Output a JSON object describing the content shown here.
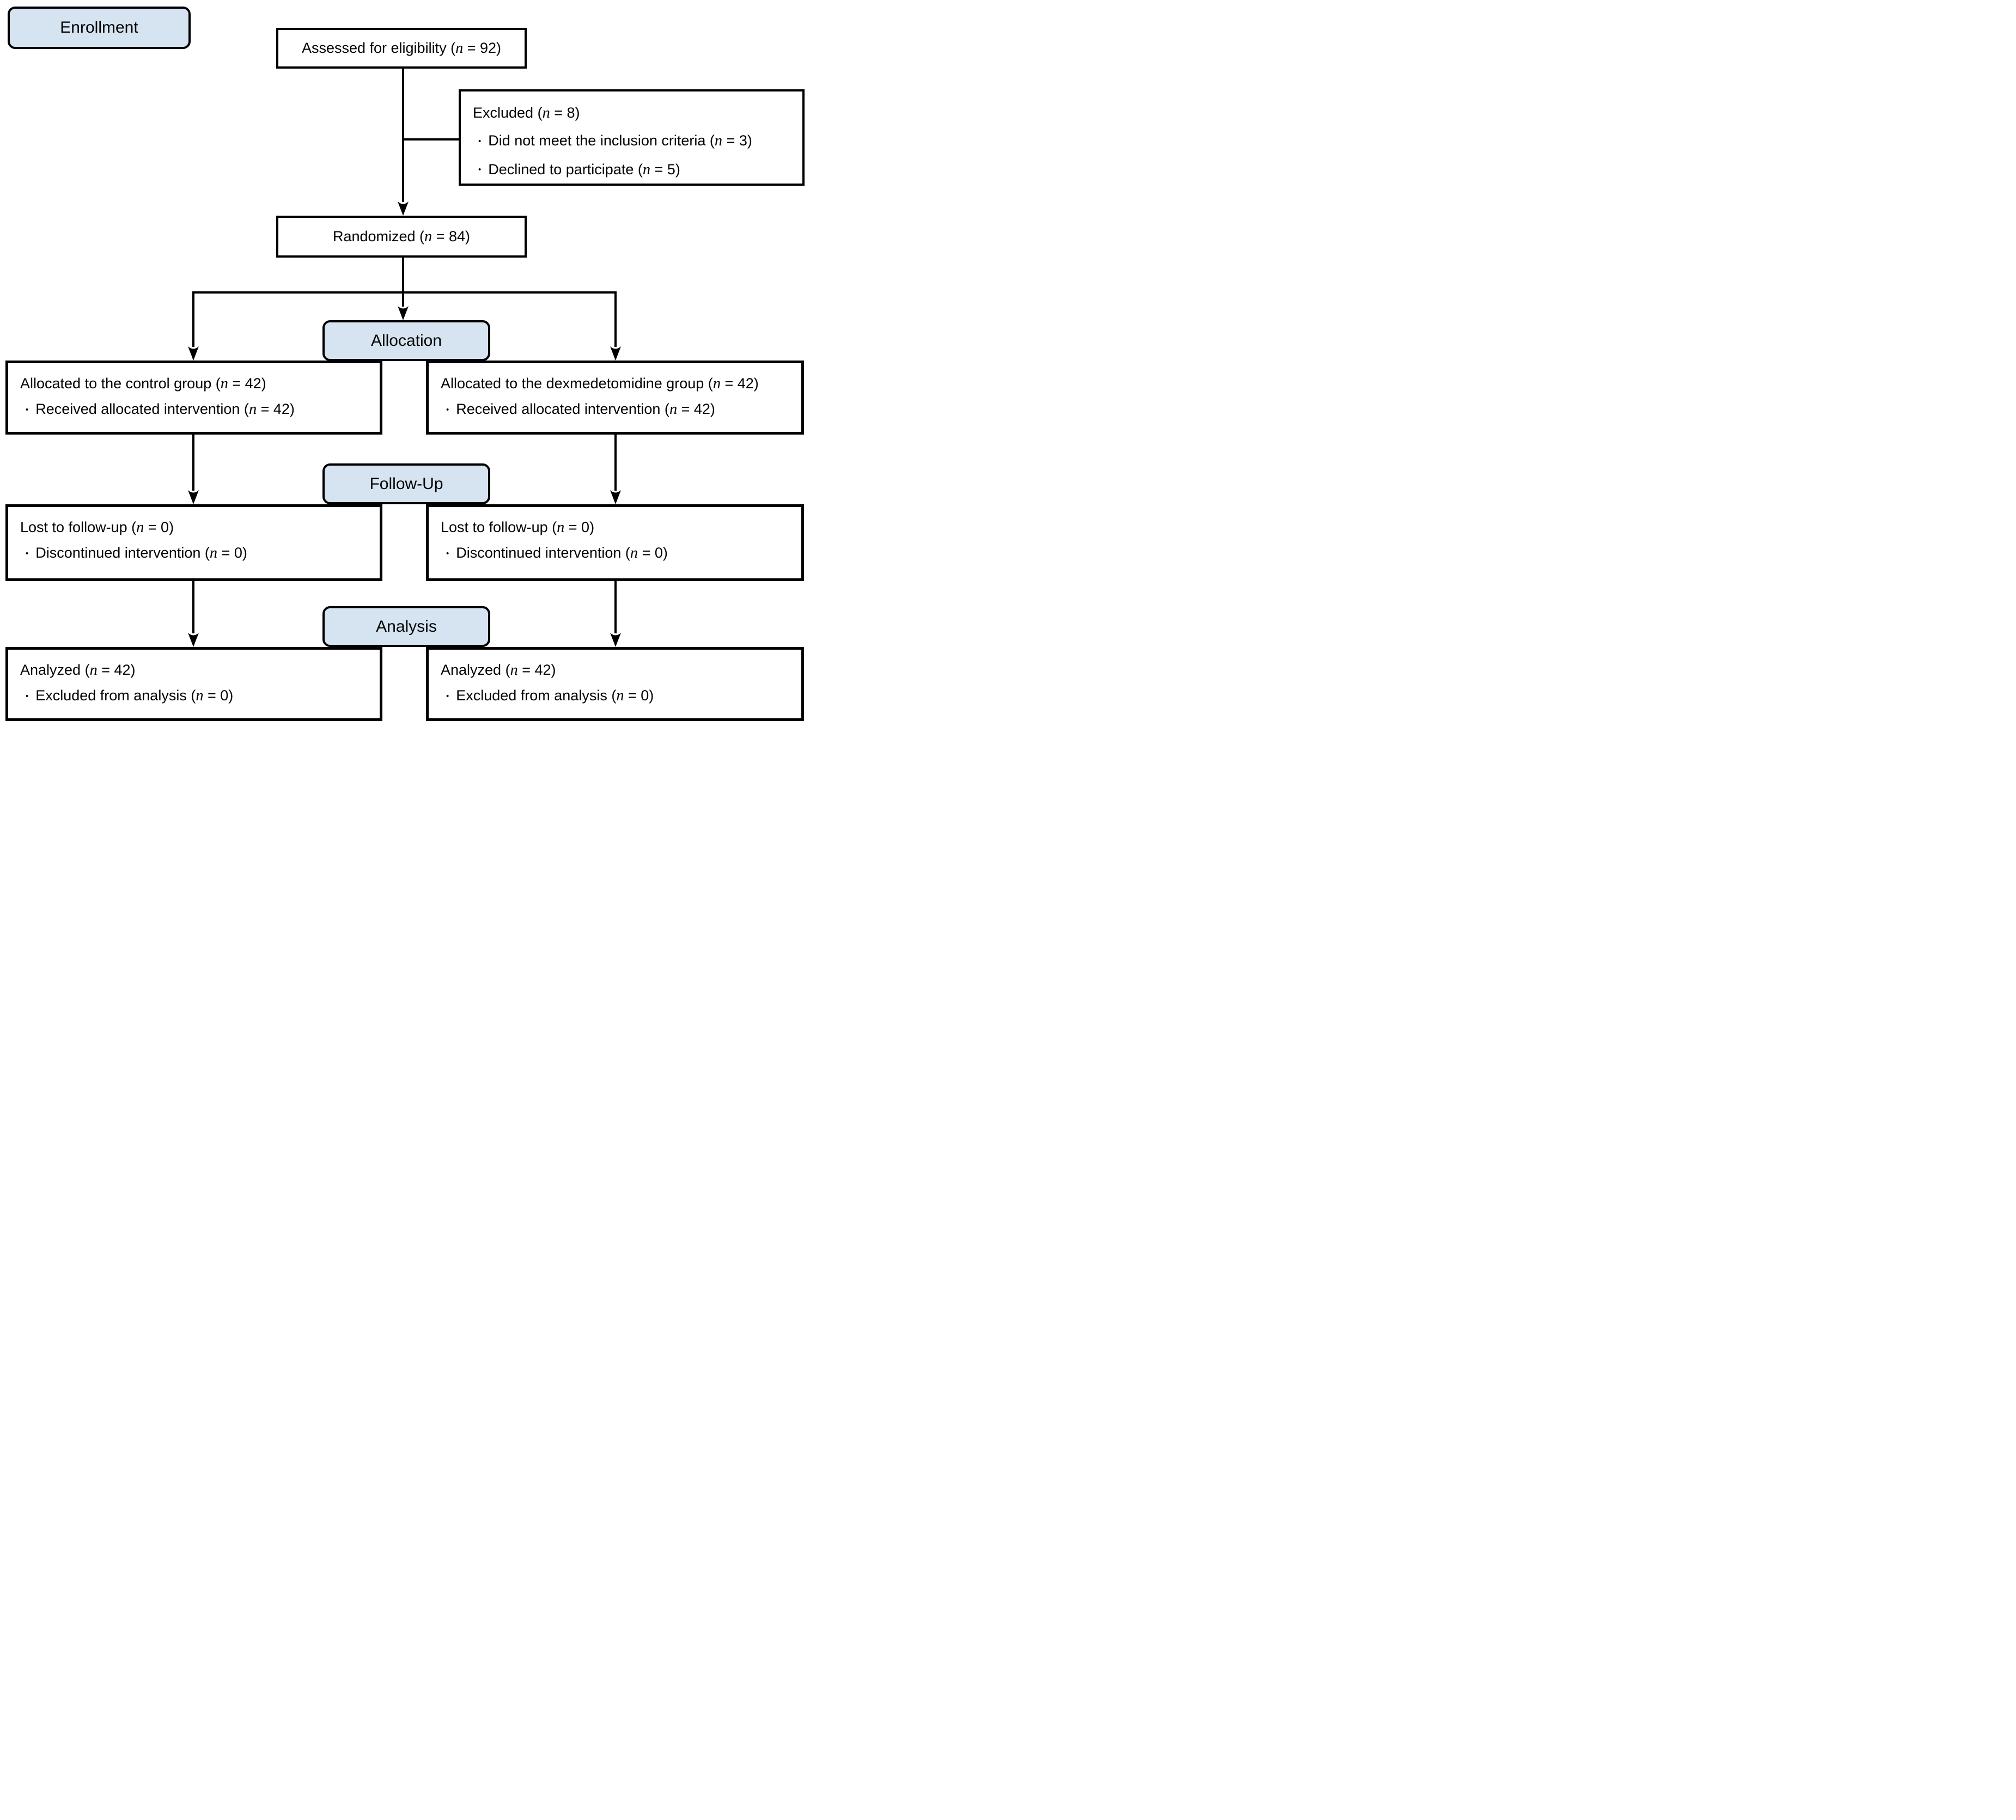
{
  "colors": {
    "stage_fill": "#d6e4f1",
    "border": "#000000",
    "background": "#ffffff"
  },
  "bullet_char": "•",
  "stages": {
    "enrollment": "Enrollment",
    "allocation": "Allocation",
    "followup": "Follow-Up",
    "analysis": "Analysis"
  },
  "boxes": {
    "assessed": {
      "pre": "Assessed for eligibility (",
      "sym": "n",
      "post": " = 92)"
    },
    "excluded": {
      "title": {
        "pre": "Excluded (",
        "sym": "n",
        "post": " = 8)"
      },
      "bullets": [
        {
          "pre": "Did not meet the inclusion criteria (",
          "sym": "n",
          "post": " = 3)"
        },
        {
          "pre": "Declined to participate (",
          "sym": "n",
          "post": " = 5)"
        }
      ]
    },
    "randomized": {
      "pre": "Randomized (",
      "sym": "n",
      "post": " = 84)"
    },
    "alloc_control": {
      "title": {
        "pre": "Allocated to the control group (",
        "sym": "n",
        "post": " = 42)"
      },
      "bullets": [
        {
          "pre": "Received allocated intervention (",
          "sym": "n",
          "post": " = 42)"
        }
      ]
    },
    "alloc_dex": {
      "title": {
        "pre": "Allocated to the dexmedetomidine group (",
        "sym": "n",
        "post": " = 42)"
      },
      "bullets": [
        {
          "pre": "Received allocated intervention (",
          "sym": "n",
          "post": " = 42)"
        }
      ]
    },
    "fu_control": {
      "title": {
        "pre": "Lost to follow-up (",
        "sym": "n",
        "post": " = 0)"
      },
      "bullets": [
        {
          "pre": "Discontinued intervention (",
          "sym": "n",
          "post": " = 0)"
        }
      ]
    },
    "fu_dex": {
      "title": {
        "pre": "Lost to follow-up (",
        "sym": "n",
        "post": " = 0)"
      },
      "bullets": [
        {
          "pre": "Discontinued intervention (",
          "sym": "n",
          "post": " = 0)"
        }
      ]
    },
    "an_control": {
      "title": {
        "pre": "Analyzed (",
        "sym": "n",
        "post": " = 42)"
      },
      "bullets": [
        {
          "pre": "Excluded from analysis (",
          "sym": "n",
          "post": " = 0)"
        }
      ]
    },
    "an_dex": {
      "title": {
        "pre": "Analyzed (",
        "sym": "n",
        "post": " = 42)"
      },
      "bullets": [
        {
          "pre": "Excluded from analysis (",
          "sym": "n",
          "post": " = 0)"
        }
      ]
    }
  }
}
